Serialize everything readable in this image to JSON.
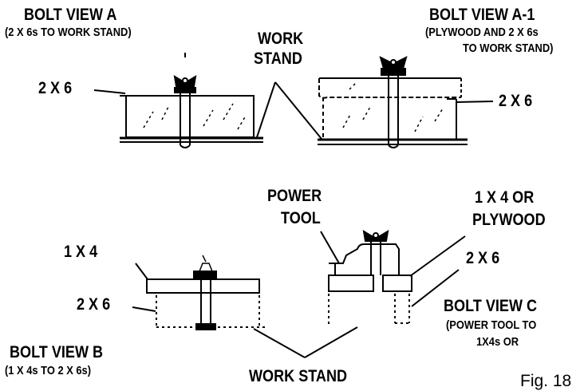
{
  "labels": {
    "bolt_view_a_title": "BOLT VIEW A",
    "bolt_view_a_sub": "(2 X 6s TO WORK STAND)",
    "work_stand_top_1": "WORK",
    "work_stand_top_2": "STAND",
    "bolt_view_a1_title": "BOLT VIEW A-1",
    "bolt_view_a1_sub_1": "(PLYWOOD AND  2 X 6s",
    "bolt_view_a1_sub_2": "TO WORK STAND)",
    "a_2x6": "2 X 6",
    "a1_2x6": "2 X 6",
    "power_tool_1": "POWER",
    "power_tool_2": "TOOL",
    "c_1x4_1": "1 X 4 OR",
    "c_1x4_2": "PLYWOOD",
    "b_1x4": "1 X 4",
    "c_2x6": "2 X 6",
    "b_2x6": "2 X 6",
    "bolt_view_c_title": "BOLT VIEW C",
    "bolt_view_c_sub_1": "(POWER TOOL TO",
    "bolt_view_c_sub_2": "1X4s OR",
    "bolt_view_b_title": "BOLT VIEW B",
    "bolt_view_b_sub": "(1 X 4s TO 2 X 6s)",
    "work_stand_bottom": "WORK STAND",
    "fig_caption": "Fig. 18"
  }
}
